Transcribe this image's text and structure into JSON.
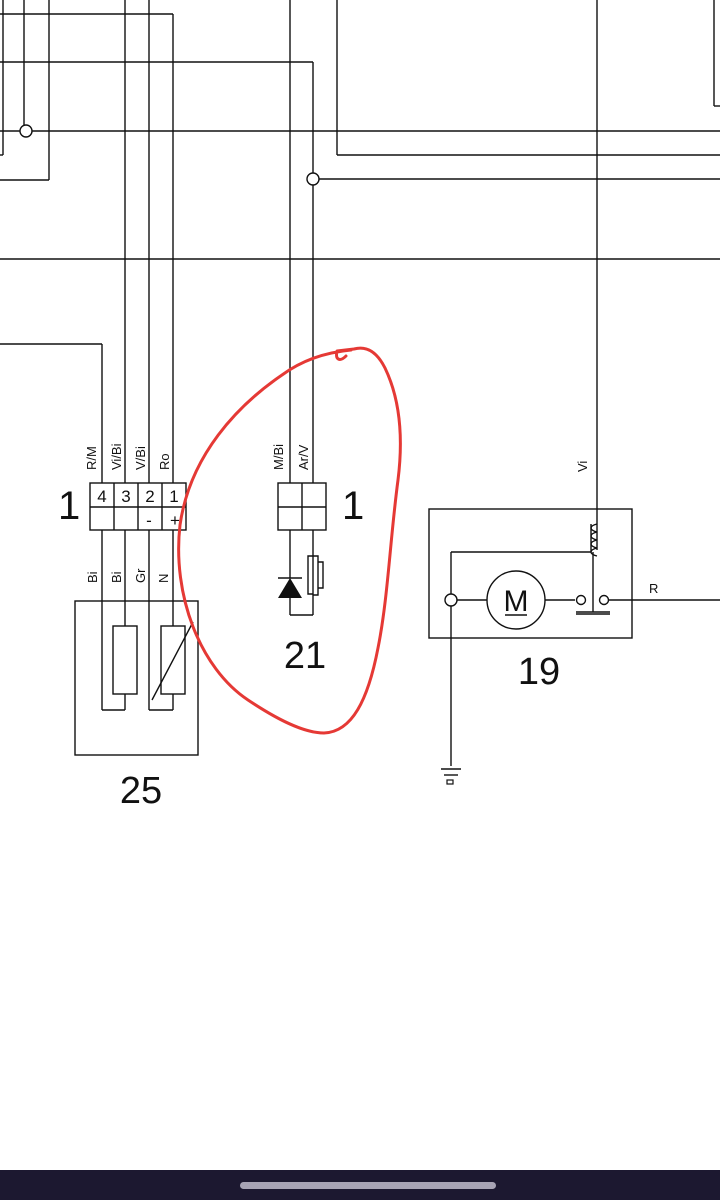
{
  "colors": {
    "wire": "#111111",
    "annotation": "#e53935",
    "nav_bar": "#1c1830",
    "home_handle": "#a7a3b4"
  },
  "connector_left": {
    "ref": "1",
    "pin_numbers": [
      "4",
      "3",
      "2",
      "1"
    ],
    "polarity": [
      "-",
      "+"
    ],
    "wire_labels_top": [
      "R/M",
      "Vi/Bi",
      "V/Bi",
      "Ro"
    ]
  },
  "component_25": {
    "ref": "25",
    "wire_labels": [
      "Bi",
      "Bi",
      "Gr",
      "N"
    ]
  },
  "connector_center": {
    "ref": "1",
    "wire_labels_top": [
      "M/Bi",
      "Ar/V"
    ]
  },
  "component_21": {
    "ref": "21"
  },
  "component_19": {
    "ref": "19",
    "motor_symbol": "M",
    "wire_label_top": "Vi",
    "wire_label_right": "R"
  },
  "icons": [
    "diode-icon",
    "heater-element-icon",
    "motor-icon",
    "relay-coil-icon",
    "ground-icon"
  ]
}
